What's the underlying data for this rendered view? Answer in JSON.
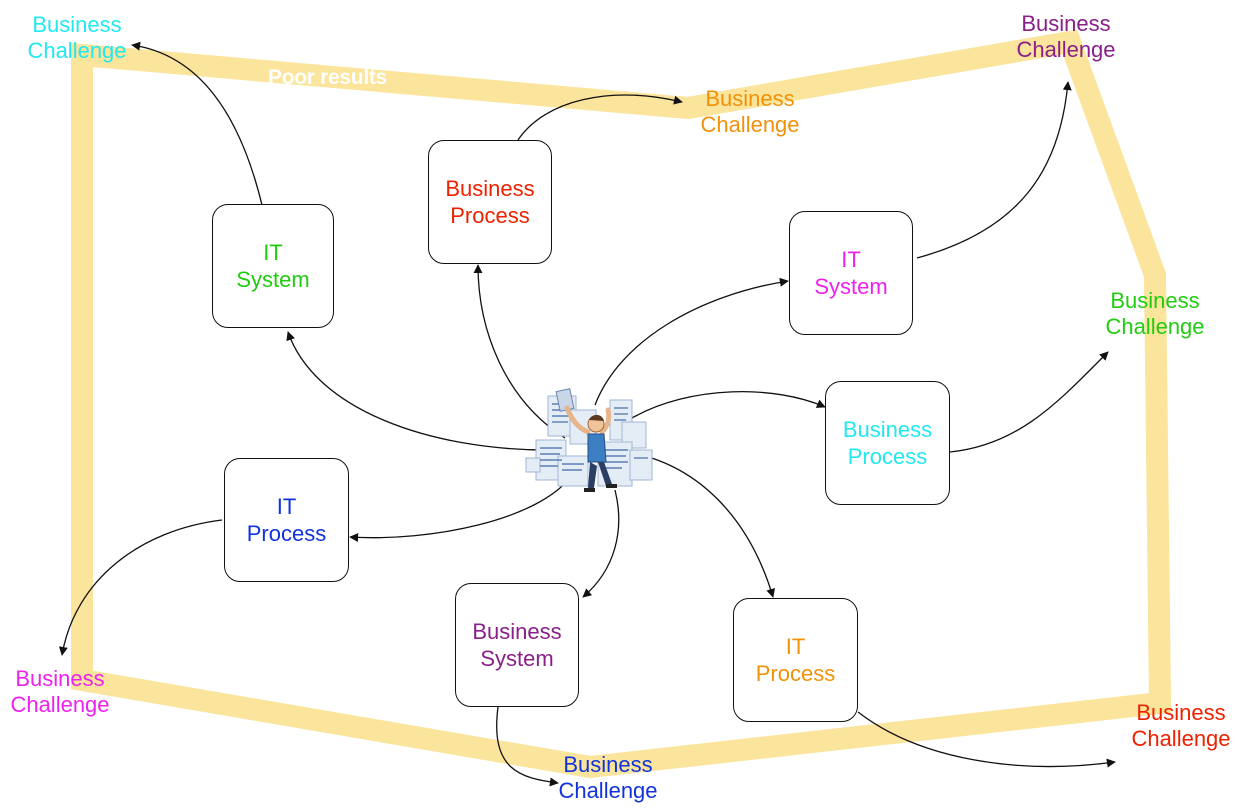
{
  "loop_label": "Poor results",
  "colors": {
    "loop": "#FBE49B",
    "arrow": "#111111",
    "cyan": "#22E8F0",
    "orange": "#F0920A",
    "purple": "#8A1F8A",
    "green": "#22CC11",
    "red": "#EE2200",
    "blue": "#1133DD",
    "magenta": "#EE22EE"
  },
  "boxes": [
    {
      "id": "it-system-green",
      "line1": "IT",
      "line2": "System",
      "color": "green"
    },
    {
      "id": "business-process-red",
      "line1": "Business",
      "line2": "Process",
      "color": "red"
    },
    {
      "id": "it-system-magenta",
      "line1": "IT",
      "line2": "System",
      "color": "magenta"
    },
    {
      "id": "business-process-cyan",
      "line1": "Business",
      "line2": "Process",
      "color": "cyan"
    },
    {
      "id": "it-process-blue",
      "line1": "IT",
      "line2": "Process",
      "color": "blue"
    },
    {
      "id": "business-system-purple",
      "line1": "Business",
      "line2": "System",
      "color": "purple"
    },
    {
      "id": "it-process-orange",
      "line1": "IT",
      "line2": "Process",
      "color": "orange"
    }
  ],
  "challenges": [
    {
      "id": "top-left",
      "line1": "Business",
      "line2": "Challenge",
      "color": "cyan"
    },
    {
      "id": "top-middle",
      "line1": "Business",
      "line2": "Challenge",
      "color": "orange"
    },
    {
      "id": "top-right",
      "line1": "Business",
      "line2": "Challenge",
      "color": "purple"
    },
    {
      "id": "right",
      "line1": "Business",
      "line2": "Challenge",
      "color": "green"
    },
    {
      "id": "bottom-right",
      "line1": "Business",
      "line2": "Challenge",
      "color": "red"
    },
    {
      "id": "bottom-middle",
      "line1": "Business",
      "line2": "Challenge",
      "color": "blue"
    },
    {
      "id": "bottom-left",
      "line1": "Business",
      "line2": "Challenge",
      "color": "magenta"
    }
  ],
  "icons": {
    "center": "confused-person-with-documents-icon"
  }
}
